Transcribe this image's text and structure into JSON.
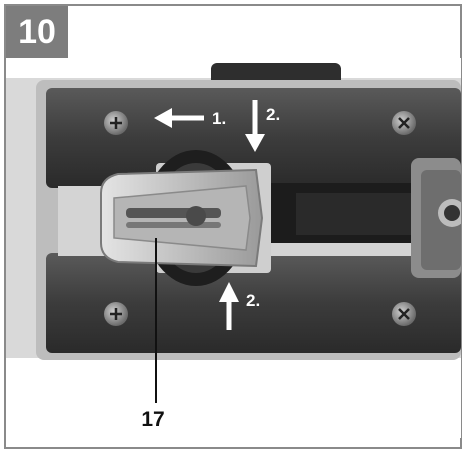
{
  "figure": {
    "number": "10",
    "callout": "17",
    "step_labels": {
      "step1_top": "1.",
      "step2_top": "2.",
      "step2_bottom": "2."
    }
  }
}
